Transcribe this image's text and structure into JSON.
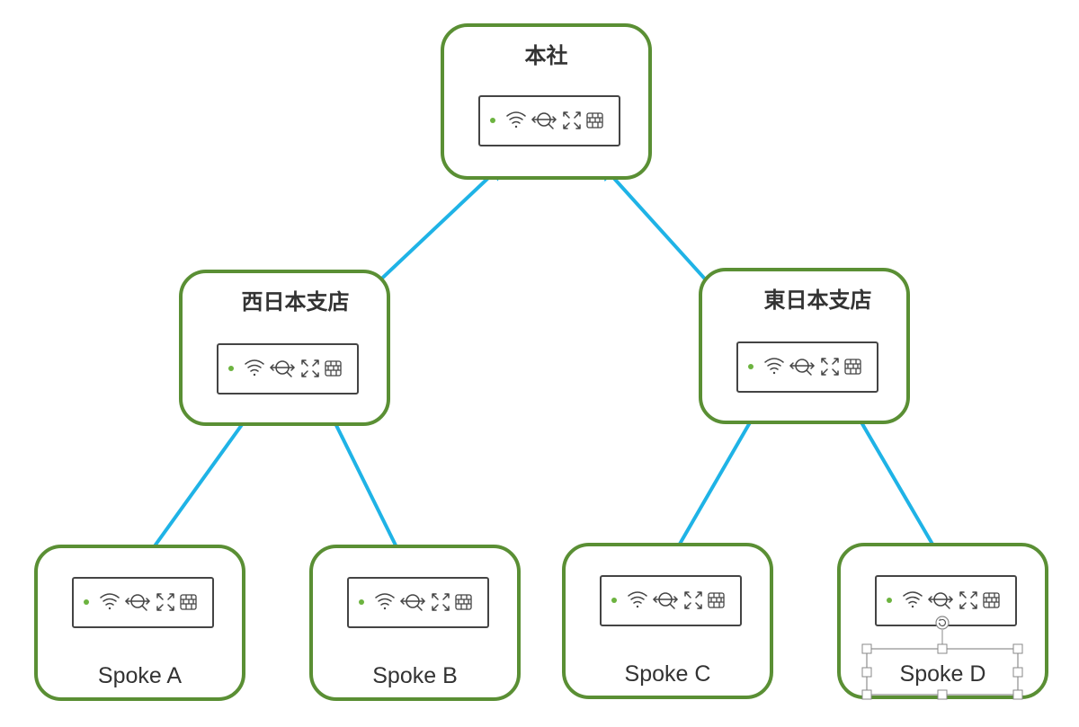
{
  "diagram": {
    "nodes": [
      {
        "id": "hq",
        "title": "本社",
        "label": ""
      },
      {
        "id": "west",
        "title": "西日本支店",
        "label": ""
      },
      {
        "id": "east",
        "title": "東日本支店",
        "label": ""
      },
      {
        "id": "spoke-a",
        "title": "",
        "label": "Spoke A"
      },
      {
        "id": "spoke-b",
        "title": "",
        "label": "Spoke B"
      },
      {
        "id": "spoke-c",
        "title": "",
        "label": "Spoke C"
      },
      {
        "id": "spoke-d",
        "title": "",
        "label": "Spoke D"
      }
    ],
    "links": [
      {
        "from": "hq",
        "to": "west",
        "style": "bidirectional"
      },
      {
        "from": "hq",
        "to": "east",
        "style": "bidirectional"
      },
      {
        "from": "west",
        "to": "spoke-a",
        "style": "bidirectional"
      },
      {
        "from": "west",
        "to": "spoke-b",
        "style": "bidirectional"
      },
      {
        "from": "east",
        "to": "spoke-c",
        "style": "bidirectional"
      },
      {
        "from": "east",
        "to": "spoke-d",
        "style": "bidirectional"
      }
    ],
    "device_icons": [
      "status-led-icon",
      "wifi-icon",
      "vpn-search-icon",
      "switch-arrows-icon",
      "firewall-icon"
    ],
    "selected_label": "spoke-d",
    "colors": {
      "node_border": "#5a8f34",
      "link": "#1fb3e6",
      "status_led": "#6cb33f",
      "device_border": "#444444",
      "text": "#333333"
    }
  }
}
